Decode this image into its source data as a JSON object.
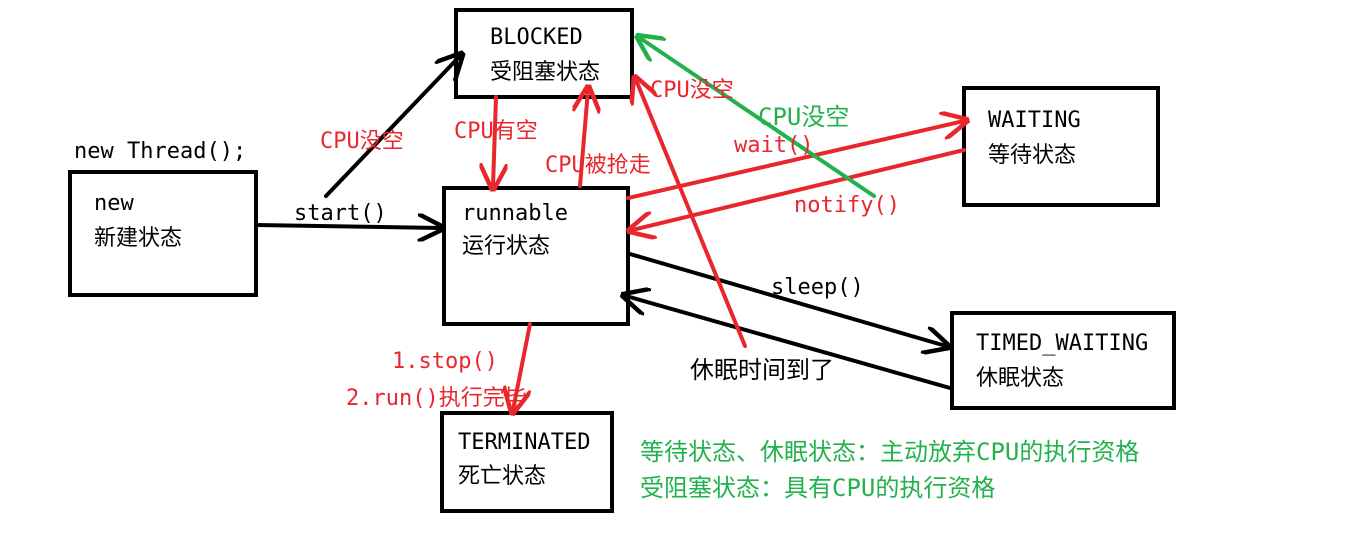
{
  "states": {
    "blocked": {
      "name": "BLOCKED",
      "desc": "受阻塞状态"
    },
    "new": {
      "name": "new",
      "desc": "新建状态"
    },
    "runnable": {
      "name": "runnable",
      "desc": "运行状态"
    },
    "waiting": {
      "name": "WAITING",
      "desc": "等待状态"
    },
    "timed": {
      "name": "TIMED_WAITING",
      "desc": "休眠状态"
    },
    "terminated": {
      "name": "TERMINATED",
      "desc": "死亡状态"
    }
  },
  "labels": {
    "new_thread": "new Thread();",
    "start": "start()",
    "cpu_free_black": "CPU没空",
    "cpu_has_free": "CPU有空",
    "cpu_preempted": "CPU被抢走",
    "cpu_free_red": "CPU没空",
    "cpu_free_green": "CPU没空",
    "wait": "wait()",
    "notify": "notify()",
    "sleep": "sleep()",
    "sleep_over": "休眠时间到了",
    "stop": "1.stop()",
    "run_done": "2.run()执行完毕"
  },
  "notes": {
    "line1": "等待状态、休眠状态：主动放弃CPU的执行资格",
    "line2": "受阻塞状态：具有CPU的执行资格"
  },
  "colors": {
    "black": "#000000",
    "red": "#e8262c",
    "green": "#22b14c"
  }
}
